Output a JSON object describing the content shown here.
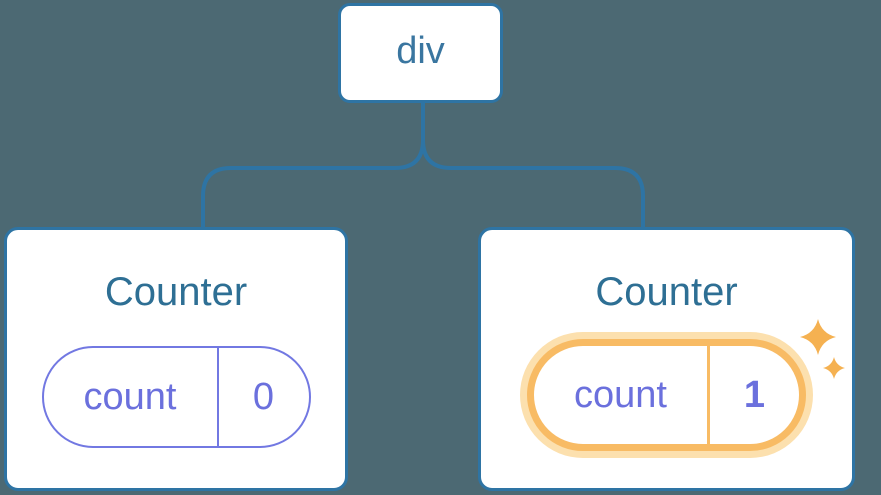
{
  "diagram": {
    "root": {
      "label": "div"
    },
    "children": [
      {
        "title": "Counter",
        "state_key": "count",
        "state_value": "0",
        "highlighted": false
      },
      {
        "title": "Counter",
        "state_key": "count",
        "state_value": "1",
        "highlighted": true
      }
    ]
  },
  "colors": {
    "background": "#4C6973",
    "node_border_blue": "#2E74A4",
    "connector_blue": "#2E74A4",
    "root_label_blue": "#3A76A0",
    "title_blue": "#2E6F94",
    "state_text_purple": "#6B70DD",
    "state_value_bold_purple": "#5F68D6",
    "pill_border_purple": "#7278E2",
    "highlight_border_orange": "#F8BB64",
    "highlight_glow_orange": "#FCE0AE",
    "sparkle_orange": "#F5B151",
    "card_background": "#FFFFFF"
  }
}
